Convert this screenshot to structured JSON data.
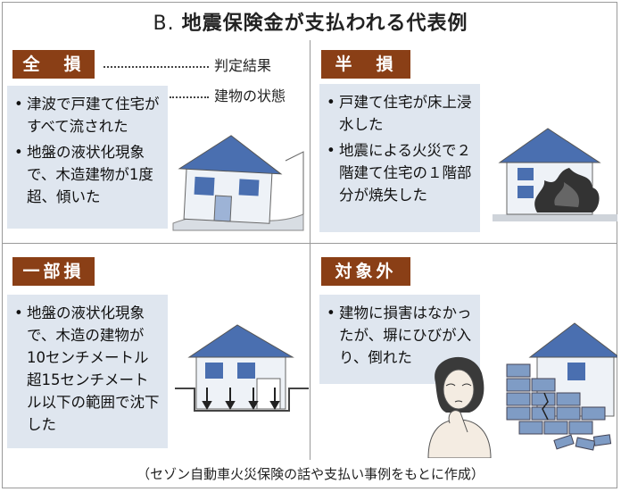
{
  "title": {
    "prefix": "B.",
    "text": "地震保険金が支払われる代表例"
  },
  "legend": {
    "judgement": "判定結果",
    "building_state": "建物の状態"
  },
  "panels": {
    "zenson": {
      "label": "全　損",
      "items": [
        "津波で戸建て住宅がすべて流された",
        "地盤の液状化現象で、木造建物が1度超、傾いた"
      ]
    },
    "hanson": {
      "label": "半　損",
      "items": [
        "戸建て住宅が床上浸水した",
        "地震による火災で２階建て住宅の１階部分が焼失した"
      ]
    },
    "ichibuson": {
      "label": "一部損",
      "items": [
        "地盤の液状化現象で、木造の建物が10センチメートル超15センチメートル以下の範囲で沈下した"
      ]
    },
    "taishougai": {
      "label": "対象外",
      "items": [
        "建物に損害はなかったが、塀にひびが入り、倒れた"
      ]
    }
  },
  "footer": "（セゾン自動車火災保険の話や支払い事例をもとに作成）",
  "colors": {
    "label_bg": "#8a3f16",
    "box_bg": "#dfe6ef",
    "roof": "#4a6fb0",
    "wall": "#eef2f7"
  }
}
